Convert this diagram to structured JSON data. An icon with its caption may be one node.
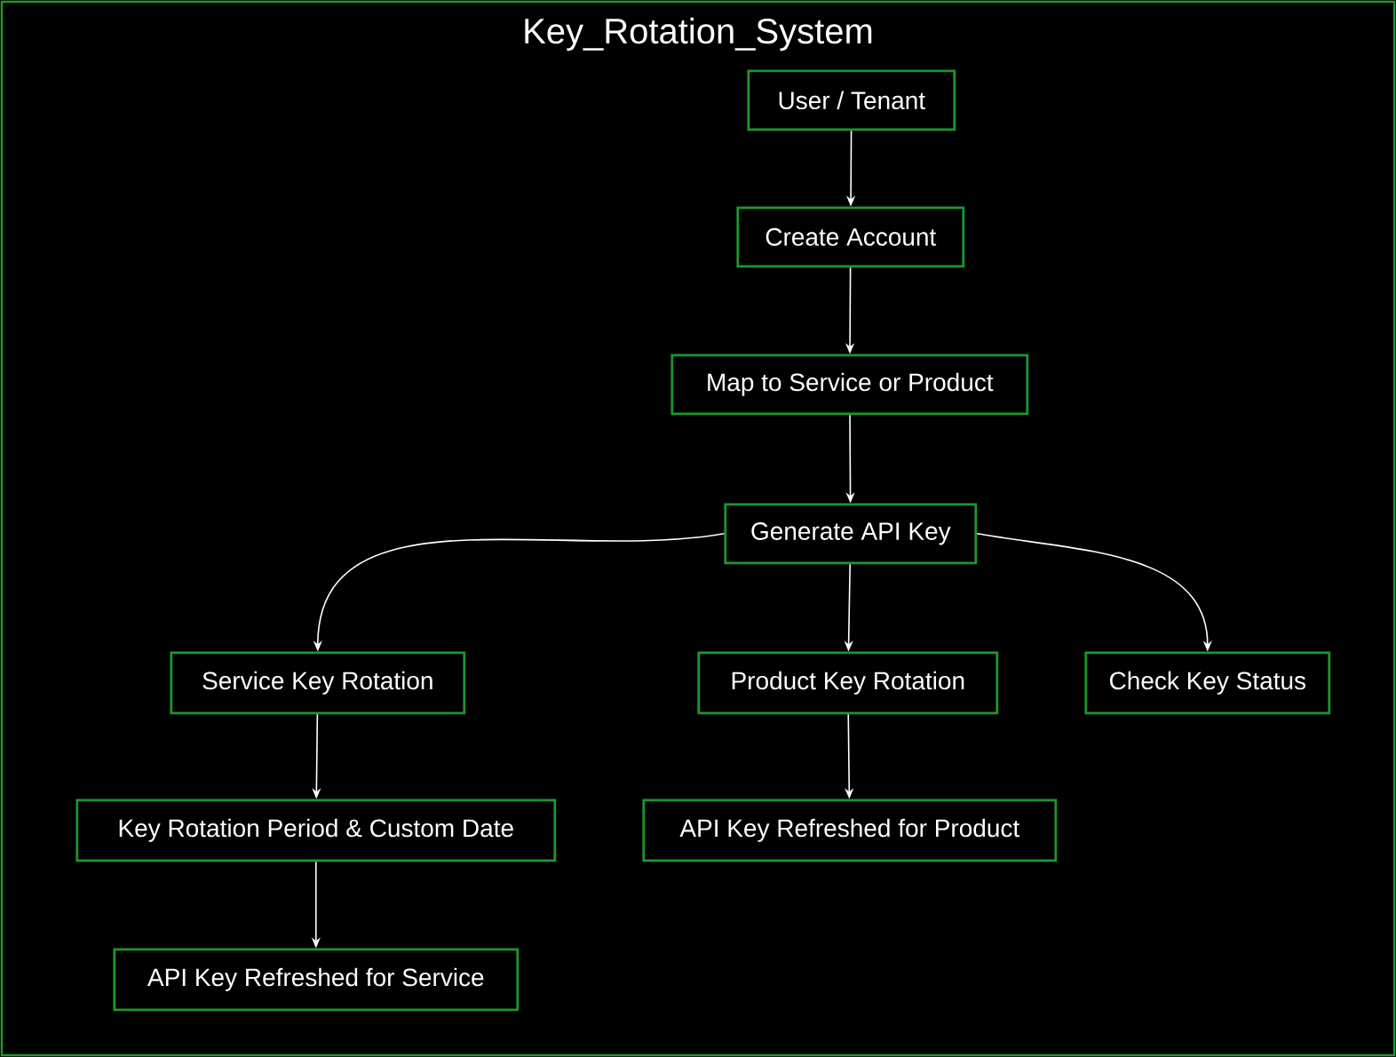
{
  "diagram": {
    "nodes": [
      {
        "text": [
          "Key_Rotation_System"
        ]
      },
      {
        "text": [
          "User / Tenant"
        ],
        "in": 0
      },
      {
        "text": [
          "Create Account"
        ],
        "in": 0
      },
      {
        "text": [
          "Map to Service or Product"
        ],
        "in": 0
      },
      {
        "text": [
          "Generate API Key"
        ],
        "in": 0
      },
      {
        "text": [
          "Service Key Rotation"
        ],
        "in": 0
      },
      {
        "text": [
          "Product Key Rotation"
        ],
        "in": 0
      },
      {
        "text": [
          "Check Key Status"
        ],
        "in": 0
      },
      {
        "text": [
          "Key Rotation Period & Custom Date"
        ],
        "in": 0
      },
      {
        "text": [
          "API Key Refreshed for Product"
        ],
        "in": 0
      },
      {
        "text": [
          "API Key Refreshed for Service"
        ],
        "in": 0
      }
    ],
    "edges": [
      {
        "from": 1,
        "to": 2,
        "arrow": "to"
      },
      {
        "from": 2,
        "to": 3,
        "arrow": "to"
      },
      {
        "from": 3,
        "to": 4,
        "arrow": "to"
      },
      {
        "from": 4,
        "to": 5,
        "arrow": "to"
      },
      {
        "from": 4,
        "to": 6,
        "arrow": "to"
      },
      {
        "from": 4,
        "to": 7,
        "arrow": "to"
      },
      {
        "from": 5,
        "to": 8,
        "arrow": "to"
      },
      {
        "from": 8,
        "to": 10,
        "arrow": "to"
      },
      {
        "from": 6,
        "to": 9,
        "arrow": "to"
      }
    ]
  }
}
